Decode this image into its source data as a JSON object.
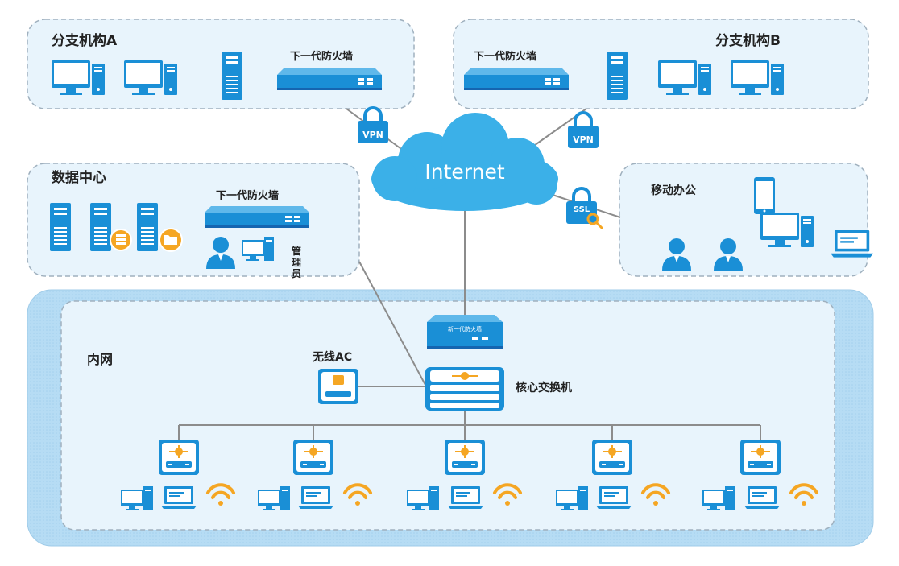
{
  "branch_a": {
    "title": "分支机构A",
    "firewall_label": "下一代防火墙"
  },
  "branch_b": {
    "title": "分支机构B",
    "firewall_label": "下一代防火墙"
  },
  "datacenter": {
    "title": "数据中心",
    "firewall_label": "下一代防火墙",
    "admin_label_1": "管",
    "admin_label_2": "理",
    "admin_label_3": "员"
  },
  "mobile": {
    "title": "移动办公"
  },
  "cloud": {
    "label": "Internet"
  },
  "links": {
    "vpn_left": "VPN",
    "vpn_right": "VPN",
    "ssl": "SSL"
  },
  "intranet": {
    "title": "内网",
    "edge_firewall_label": "新一代防火墙",
    "wireless_ac_label": "无线AC",
    "core_switch_label": "核心交换机"
  },
  "colors": {
    "device_blue": "#1a8fd6",
    "device_dark": "#1565b0",
    "accent_orange": "#f5a623",
    "cloud_blue": "#3bb0e8",
    "zone_fill": "#e8f4fc",
    "intranet_outer": "#a9d6f2",
    "line_gray": "#8c8c8c"
  }
}
